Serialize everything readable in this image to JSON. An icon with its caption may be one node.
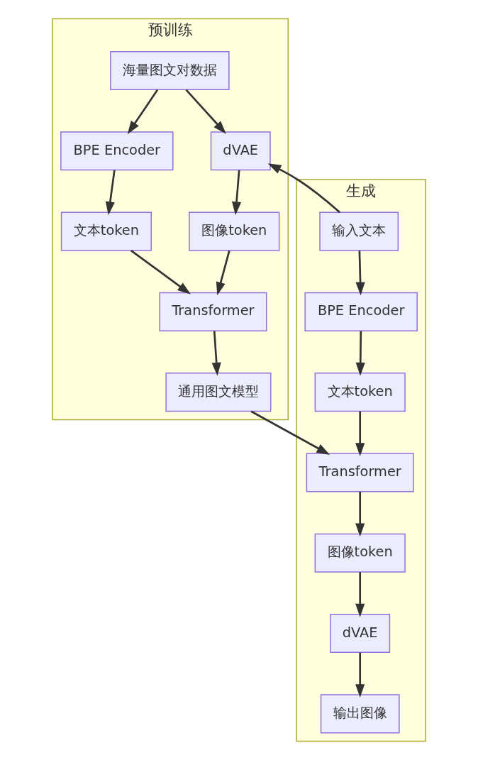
{
  "diagram": {
    "nodes": [
      {
        "text": [
          "生成"
        ]
      },
      {
        "text": [
          "输入文本"
        ],
        "in": 0
      },
      {
        "text": [
          "BPE Encoder"
        ],
        "in": 0
      },
      {
        "text": [
          "文本token"
        ],
        "in": 0
      },
      {
        "text": [
          "Transformer"
        ],
        "in": 0
      },
      {
        "text": [
          "图像token"
        ],
        "in": 0
      },
      {
        "text": [
          "dVAE"
        ],
        "in": 0
      },
      {
        "text": [
          "输出图像"
        ],
        "in": 0
      },
      {
        "text": [
          "预训练"
        ]
      },
      {
        "text": [
          "海量图文对数据"
        ],
        "in": 8
      },
      {
        "text": [
          "dVAE"
        ],
        "in": 8
      },
      {
        "text": [
          "BPE Encoder"
        ],
        "in": 8
      },
      {
        "text": [
          "图像token"
        ],
        "in": 8
      },
      {
        "text": [
          "文本token"
        ],
        "in": 8
      },
      {
        "text": [
          "Transformer"
        ],
        "in": 8
      },
      {
        "text": [
          "通用图文模型"
        ],
        "in": 8
      }
    ],
    "edges": [
      {
        "from": 1,
        "to": 2,
        "arrow": "to"
      },
      {
        "from": 1,
        "to": 10,
        "arrow": "to"
      },
      {
        "from": 2,
        "to": 3,
        "arrow": "to"
      },
      {
        "from": 3,
        "to": 4,
        "arrow": "to"
      },
      {
        "from": 15,
        "to": 4,
        "arrow": "to"
      },
      {
        "from": 4,
        "to": 5,
        "arrow": "to"
      },
      {
        "from": 5,
        "to": 6,
        "arrow": "to"
      },
      {
        "from": 6,
        "to": 7,
        "arrow": "to"
      },
      {
        "from": 9,
        "to": 10,
        "arrow": "to"
      },
      {
        "from": 9,
        "to": 11,
        "arrow": "to"
      },
      {
        "from": 10,
        "to": 12,
        "arrow": "to"
      },
      {
        "from": 11,
        "to": 13,
        "arrow": "to"
      },
      {
        "from": 12,
        "to": 14,
        "arrow": "to"
      },
      {
        "from": 13,
        "to": 14,
        "arrow": "to"
      },
      {
        "from": 14,
        "to": 15,
        "arrow": "to"
      }
    ]
  }
}
